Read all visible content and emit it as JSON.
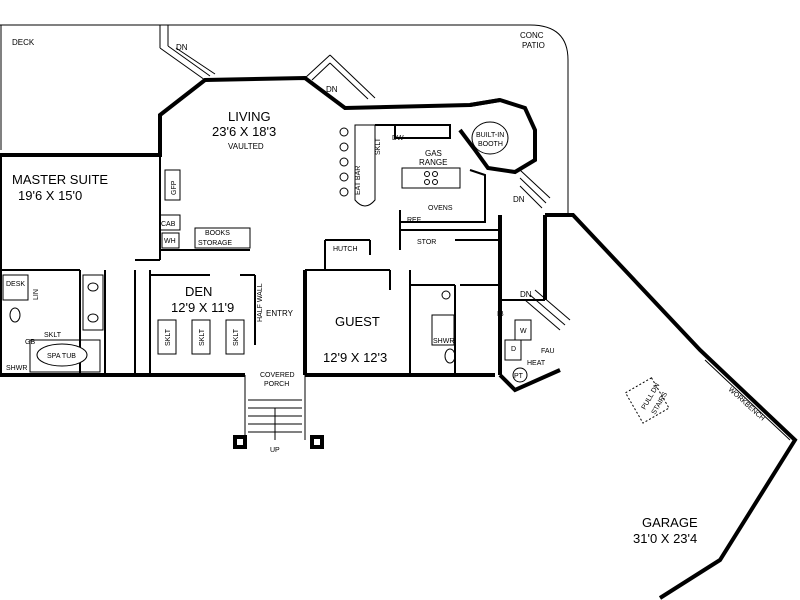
{
  "rooms": {
    "living": {
      "name": "LIVING",
      "size": "23'6 X 18'3",
      "note": "VAULTED"
    },
    "master": {
      "name": "MASTER SUITE",
      "size": "19'6 X 15'0"
    },
    "den": {
      "name": "DEN",
      "size": "12'9 X 11'9"
    },
    "guest": {
      "name": "GUEST",
      "size": "12'9 X 12'3"
    },
    "garage": {
      "name": "GARAGE",
      "size": "31'0 X 23'4"
    }
  },
  "labels": {
    "deck": "DECK",
    "conc": "CONC",
    "patio": "PATIO",
    "dn": "DN",
    "up": "UP",
    "dw": "DW",
    "gas": "GAS",
    "range": "RANGE",
    "built_in": "BUILT-IN",
    "booth": "BOOTH",
    "eat_bar": "EAT BAR",
    "sklt": "SKLT",
    "gfp": "GFP",
    "cab": "CAB",
    "wh": "WH",
    "books": "BOOKS",
    "storage": "STORAGE",
    "hutch": "HUTCH",
    "ref": "REF",
    "ovens": "OVENS",
    "stor": "STOR",
    "desk": "DESK",
    "lin": "LIN",
    "gb": "GB",
    "spa_tub": "SPA TUB",
    "shwr": "SHWR",
    "half_wall": "HALF WALL",
    "entry": "ENTRY",
    "covered": "COVERED",
    "porch": "PORCH",
    "ib": "IB",
    "w": "W",
    "d": "D",
    "fau": "FAU",
    "heat": "HEAT",
    "pt": "PT",
    "pull_dn": "PULL DN",
    "stairs": "STAIRS",
    "workbench": "WORKBENCH"
  }
}
